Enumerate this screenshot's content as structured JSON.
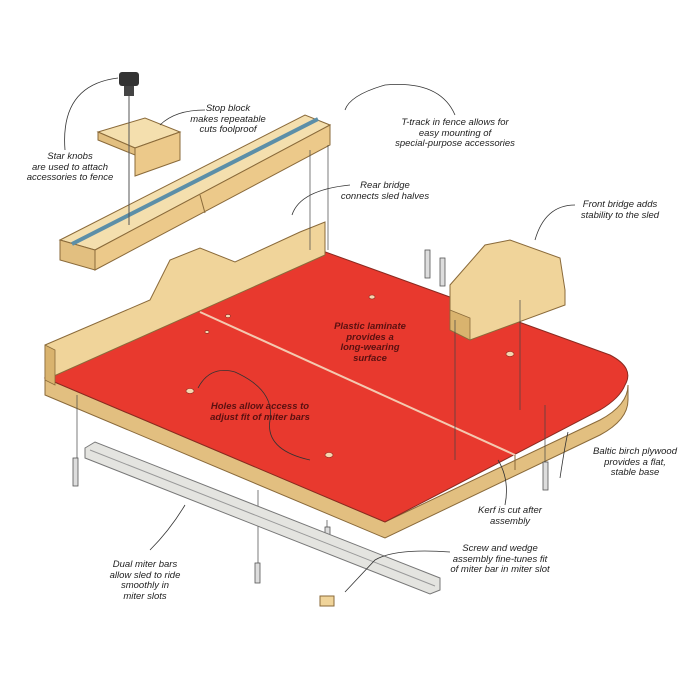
{
  "labels": {
    "star_knobs": "Star knobs\nare used to attach\naccessories to fence",
    "stop_block": "Stop block\nmakes repeatable\ncuts foolproof",
    "t_track": "T-track in fence allows for\neasy mounting of\nspecial-purpose accessories",
    "rear_bridge": "Rear bridge\nconnects sled halves",
    "front_bridge": "Front bridge adds\nstability to the sled",
    "plastic_laminate": "Plastic laminate\nprovides a\nlong-wearing\nsurface",
    "holes": "Holes allow access to\nadjust fit of miter bars",
    "baltic_birch": "Baltic birch plywood\nprovides a flat,\nstable base",
    "kerf": "Kerf is cut after\nassembly",
    "screw_wedge": "Screw and wedge\nassembly fine-tunes fit\nof miter bar in miter slot",
    "miter_bars": "Dual miter bars\nallow sled to ride\nsmoothly in\nmiter slots"
  },
  "colors": {
    "laminate": "#e8392e",
    "wood": "#f0d49a",
    "wood_edge": "#d9b36e",
    "track": "#5c8fa8",
    "metal": "#e4e4e0"
  }
}
